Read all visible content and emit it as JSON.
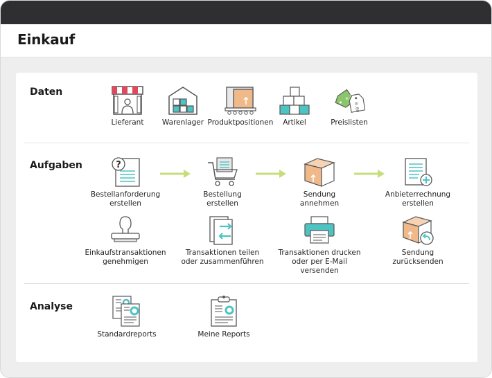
{
  "page": {
    "title": "Einkauf"
  },
  "sections": {
    "daten": {
      "title": "Daten",
      "items": [
        "Lieferant",
        "Warenlager",
        "Produktpositionen",
        "Artikel",
        "Preislisten"
      ]
    },
    "aufgaben": {
      "title": "Aufgaben",
      "row1": [
        "Bestellanforderung\nerstellen",
        "Bestellung\nerstellen",
        "Sendung\nannehmen",
        "Anbieterrechnung\nerstellen"
      ],
      "row2": [
        "Einkaufstransaktionen\ngenehmigen",
        "Transaktionen teilen\noder zusammenführen",
        "Transaktionen drucken\noder per E-Mail versenden",
        "Sendung\nzurücksenden"
      ]
    },
    "analyse": {
      "title": "Analyse",
      "items": [
        "Standardreports",
        "Meine Reports"
      ]
    }
  },
  "icon_glyphs": {
    "question": "?",
    "price_tag": "0.00"
  },
  "colors": {
    "accent_teal": "#4dc3c3",
    "box_orange": "#f0b98a",
    "arrow_green": "#c5dd7a",
    "awning_red": "#e0495d"
  },
  "icons": [
    "storefront-icon",
    "warehouse-icon",
    "product-crate-icon",
    "boxes-icon",
    "price-tags-icon",
    "requisition-icon",
    "shopping-cart-icon",
    "package-icon",
    "invoice-icon",
    "stamp-icon",
    "split-merge-icon",
    "printer-icon",
    "return-package-icon",
    "reports-icon",
    "clipboard-report-icon",
    "arrow-right-icon"
  ]
}
